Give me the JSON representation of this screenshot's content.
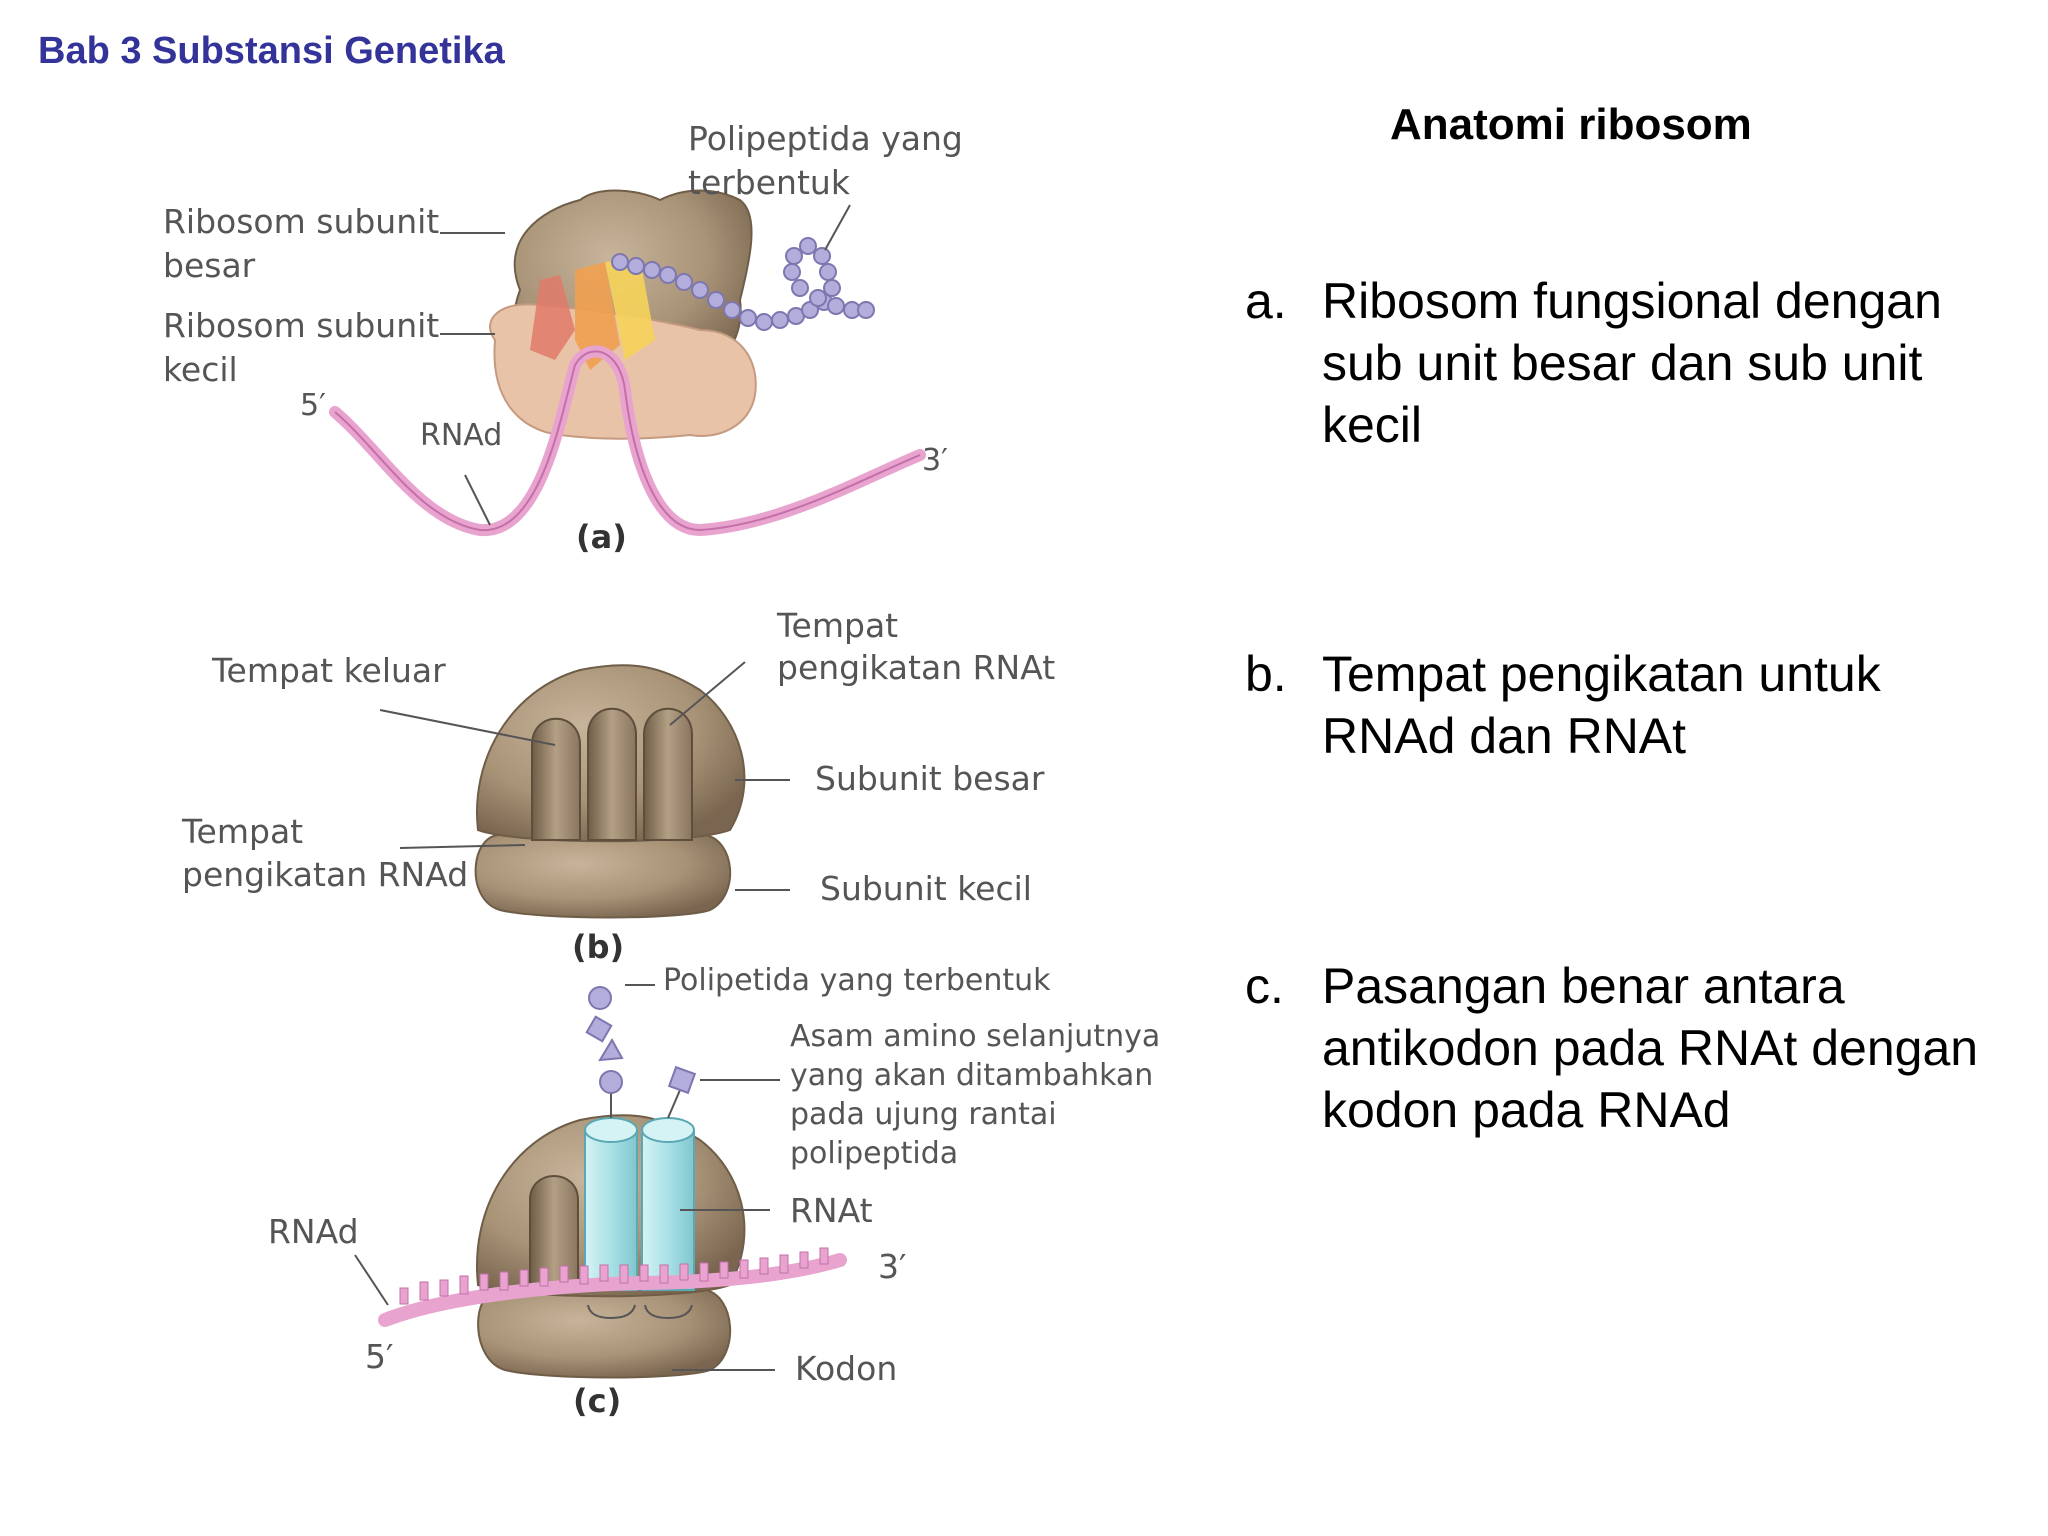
{
  "header": "Bab 3 Substansi Genetika",
  "title": "Anatomi ribosom",
  "items": [
    {
      "marker": "a.",
      "text": "Ribosom fungsional dengan sub unit besar dan sub unit kecil"
    },
    {
      "marker": "b.",
      "text": "Tempat pengikatan untuk RNAd dan RNAt"
    },
    {
      "marker": "c.",
      "text": "Pasangan benar antara antikodon pada RNAt dengan kodon pada RNAd"
    }
  ],
  "figure_a": {
    "polipeptida": [
      "Polipeptida yang",
      "terbentuk"
    ],
    "subunit_besar": [
      "Ribosom subunit",
      "besar"
    ],
    "subunit_kecil": [
      "Ribosom subunit",
      "kecil"
    ],
    "five_prime": "5′",
    "three_prime": "3′",
    "rnad": "RNAd",
    "caption": "(a)"
  },
  "figure_b": {
    "tempat_keluar": "Tempat keluar",
    "rnat_site": [
      "Tempat",
      "pengikatan RNAt"
    ],
    "subunit_besar": "Subunit besar",
    "rnad_site": [
      "Tempat",
      "pengikatan RNAd"
    ],
    "subunit_kecil": "Subunit kecil",
    "caption": "(b)"
  },
  "figure_c": {
    "polipeptida": "Polipetida yang terbentuk",
    "asam_amino": [
      "Asam amino selanjutnya",
      "yang akan ditambahkan",
      "pada ujung rantai",
      "polipeptida"
    ],
    "rnad": "RNAd",
    "rnat": "RNAt",
    "three_prime": "3′",
    "five_prime": "5′",
    "kodon": "Kodon",
    "caption": "(c)"
  },
  "colors": {
    "header": "#33339a",
    "ribosome_brown": "#a89377",
    "ribosome_light": "#e8c3a8",
    "mrna_pink": "#e8a3cf",
    "trna_cyan": "#a9e1e6",
    "polypeptide_purple": "#b3addb"
  }
}
